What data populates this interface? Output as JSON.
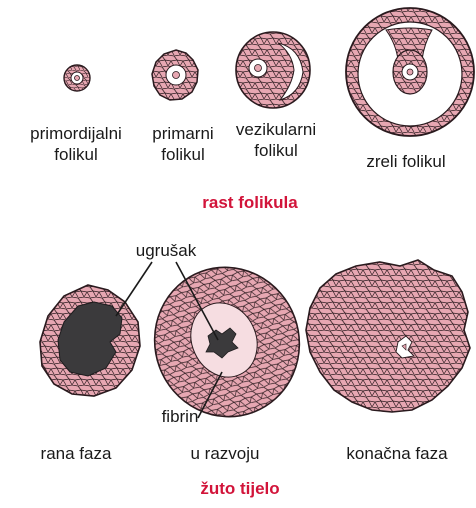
{
  "colors": {
    "cell_fill": "#e7a7b2",
    "cell_fill_light": "#f2c8cf",
    "cell_stroke": "#2a1a1e",
    "antrum_fill": "#ffffff",
    "clot_fill": "#3b3a3c",
    "fibrin_fill": "#f6dde1",
    "section_title": "#d2143a",
    "label_text": "#1a1a1a"
  },
  "top_section": {
    "title": "rast folikula",
    "stages": [
      {
        "line1": "primordijalni",
        "line2": "folikul"
      },
      {
        "line1": "primarni",
        "line2": "folikul"
      },
      {
        "line1": "vezikularni",
        "line2": "folikul"
      },
      {
        "line1": "zreli folikul",
        "line2": ""
      }
    ]
  },
  "bottom_section": {
    "title": "žuto tijelo",
    "callouts": {
      "clot": "ugrušak",
      "fibrin": "fibrin"
    },
    "stages": [
      "rana faza",
      "u razvoju",
      "konačna faza"
    ]
  }
}
